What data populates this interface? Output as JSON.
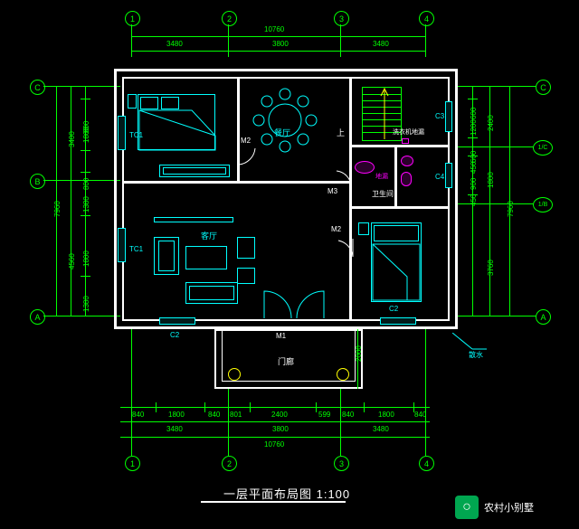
{
  "drawing": {
    "title": "一层平面布局图 1:100",
    "scale": "1:100",
    "grid_labels_top": [
      "1",
      "2",
      "3",
      "4"
    ],
    "grid_labels_bottom": [
      "1",
      "2",
      "3",
      "4"
    ],
    "grid_labels_left": [
      "C",
      "B",
      "A"
    ],
    "grid_labels_right": [
      "C",
      "1/C",
      "1/B",
      "A"
    ],
    "dims_top_overall": "10760",
    "dims_top_bays": [
      "3480",
      "3800",
      "3480"
    ],
    "dims_bottom_overall": "10760",
    "dims_bottom_bays": [
      "3480",
      "3800",
      "3480"
    ],
    "dims_bottom_small": [
      "840",
      "1800",
      "840",
      "801",
      "2400",
      "599",
      "840",
      "1800",
      "840"
    ],
    "dims_left_overall": "7960",
    "dims_left_chain": [
      "3400",
      "4560"
    ],
    "dims_left_sub": [
      "800",
      "1800",
      "800",
      "1380",
      "1800",
      "1380"
    ],
    "dims_right_overall": "7960",
    "dims_right_chain": [
      "2400",
      "1800",
      "3760"
    ],
    "dims_right_sub": [
      "600",
      "1200",
      "600",
      "450",
      "900",
      "450"
    ],
    "dim_porch_depth": "2000",
    "rooms": [
      {
        "name": "餐厅"
      },
      {
        "name": "客厅"
      },
      {
        "name": "卫生间"
      },
      {
        "name": "洗衣机地漏"
      },
      {
        "name": "地漏"
      },
      {
        "name": "门廊"
      },
      {
        "name": "上"
      },
      {
        "name": "散水"
      }
    ],
    "tags": [
      "TC1",
      "TC1",
      "C2",
      "C2",
      "C3",
      "C4",
      "M1",
      "M2",
      "M2",
      "M3"
    ]
  },
  "watermark": {
    "text": "农村小别墅",
    "icon": "wechat-icon"
  }
}
